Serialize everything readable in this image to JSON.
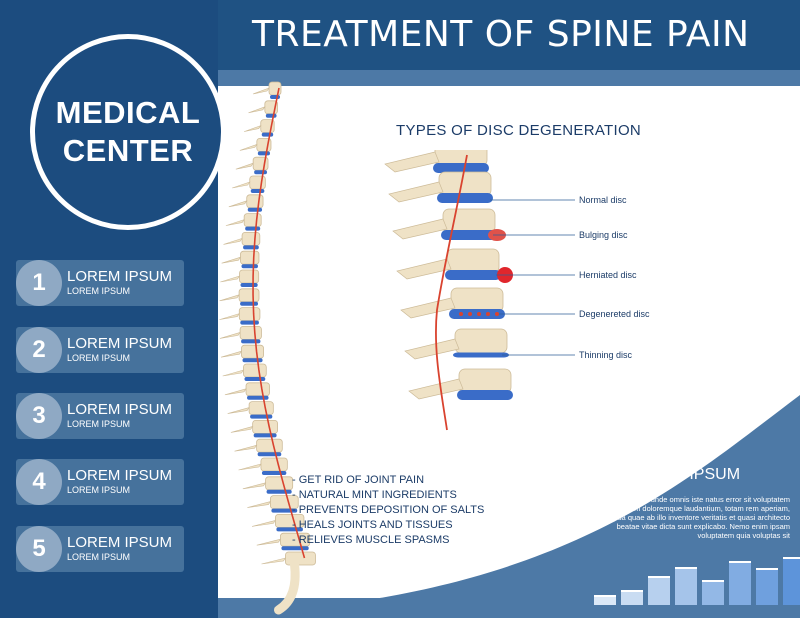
{
  "title": "TREATMENT OF SPINE PAIN",
  "brand": {
    "line1": "MEDICAL",
    "line2": "CENTER"
  },
  "steps": [
    {
      "num": "1",
      "title": "LOREM IPSUM",
      "subtitle": "LOREM IPSUM"
    },
    {
      "num": "2",
      "title": "LOREM IPSUM",
      "subtitle": "LOREM IPSUM"
    },
    {
      "num": "3",
      "title": "LOREM IPSUM",
      "subtitle": "LOREM IPSUM"
    },
    {
      "num": "4",
      "title": "LOREM IPSUM",
      "subtitle": "LOREM IPSUM"
    },
    {
      "num": "5",
      "title": "LOREM IPSUM",
      "subtitle": "LOREM IPSUM"
    }
  ],
  "diagram": {
    "title": "TYPES OF DISC DEGENERATION",
    "labels": [
      "Normal disc",
      "Bulging disc",
      "Herniated disc",
      "Degenereted disc",
      "Thinning disc"
    ]
  },
  "benefits": [
    "- GET RID OF JOINT PAIN",
    "- NATURAL MINT INGREDIENTS",
    "- PREVENTS DEPOSITION OF SALTS",
    "- HEALS JOINTS AND TISSUES",
    "- RELIEVES MUSCLE SPASMS"
  ],
  "promo": {
    "title": "LOREM IPSUM",
    "body": "Sed ut perspiciatis unde omnis iste natus error sit voluptatem accusantium doloremque laudantium, totam rem aperiam, eaque ipsa quae ab illo inventore veritatis et quasi architecto beatae vitae dicta sunt explicabo. Nemo enim ipsam voluptatem quia voluptas sit"
  },
  "colors": {
    "navy": "#1c4c7f",
    "panel": "#ffffff",
    "disc": "#3a6cc8",
    "nerve": "#d9432f",
    "bone": "#efe2c6",
    "herniated": "#e0262c"
  },
  "bars": [
    0.14,
    0.22,
    0.42,
    0.56,
    0.37,
    0.65,
    0.55,
    0.71
  ]
}
